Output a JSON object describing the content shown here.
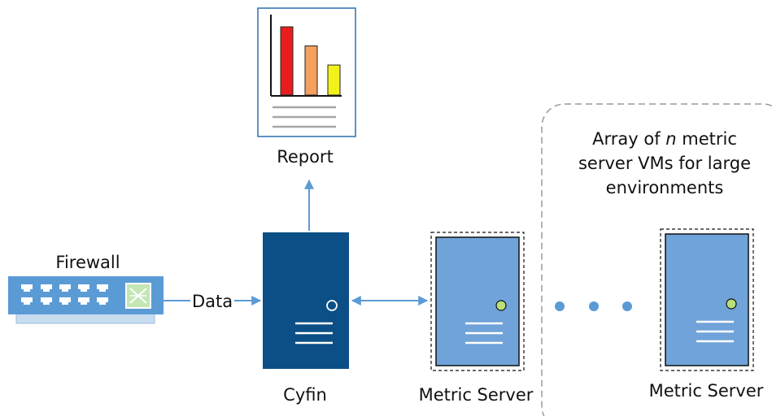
{
  "labels": {
    "report": "Report",
    "firewall": "Firewall",
    "data": "Data",
    "cyfin": "Cyfin",
    "metric_server_1": "Metric Server",
    "metric_server_2": "Metric Server"
  },
  "array_note": {
    "line1_pre": "Array of ",
    "line1_var": "n",
    "line1_post": " metric",
    "line2": "server VMs for large",
    "line3": "environments"
  },
  "report_chart": {
    "bar_values": [
      1.0,
      0.72,
      0.44
    ],
    "bar_colors": [
      "#e81e1e",
      "#f5a05f",
      "#f2f21a"
    ]
  },
  "colors": {
    "cyfin_server": "#0b4f86",
    "metric_server": "#6fa3d9",
    "firewall": "#5b9bd5",
    "arrow": "#5b9bd5",
    "led_green": "#b8e07a",
    "dashed_border": "#9a9a9a"
  },
  "icons": {
    "report": "report-document-icon",
    "firewall": "network-switch-icon",
    "cyfin": "server-icon",
    "metric_server": "server-icon",
    "ellipsis": "ellipsis-dots-icon"
  }
}
